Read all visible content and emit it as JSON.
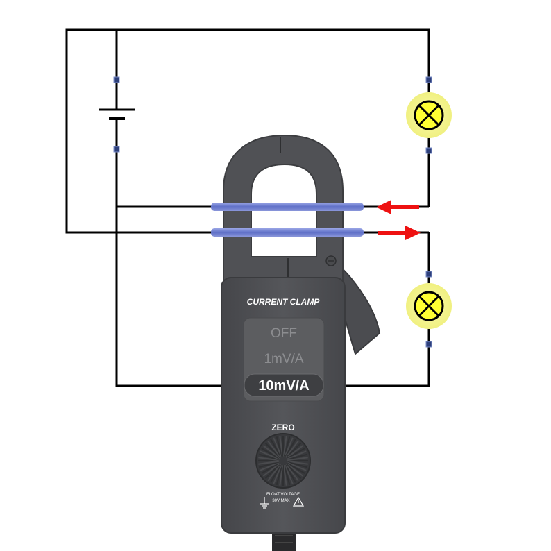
{
  "clamp": {
    "title": "CURRENT CLAMP",
    "modes": [
      "OFF",
      "1mV/A",
      "10mV/A"
    ],
    "selected_mode": "10mV/A",
    "zero_label": "ZERO",
    "float_label": "FLOAT VOLTAGE",
    "float_value": "30V MAX"
  },
  "colors": {
    "wire": "#000000",
    "sleeve": "#6f7fcf",
    "arrow": "#ee1111",
    "lamp_glow": "#f3f39a",
    "lamp_fill": "#ffff44",
    "terminal": "#2d3f7a",
    "body": "#505153"
  },
  "icons": {
    "battery": "battery-icon",
    "lamp": "lamp-icon",
    "arrow_left": "arrow-left-icon",
    "arrow_right": "arrow-right-icon",
    "ground": "ground-icon",
    "warning": "warning-icon"
  }
}
